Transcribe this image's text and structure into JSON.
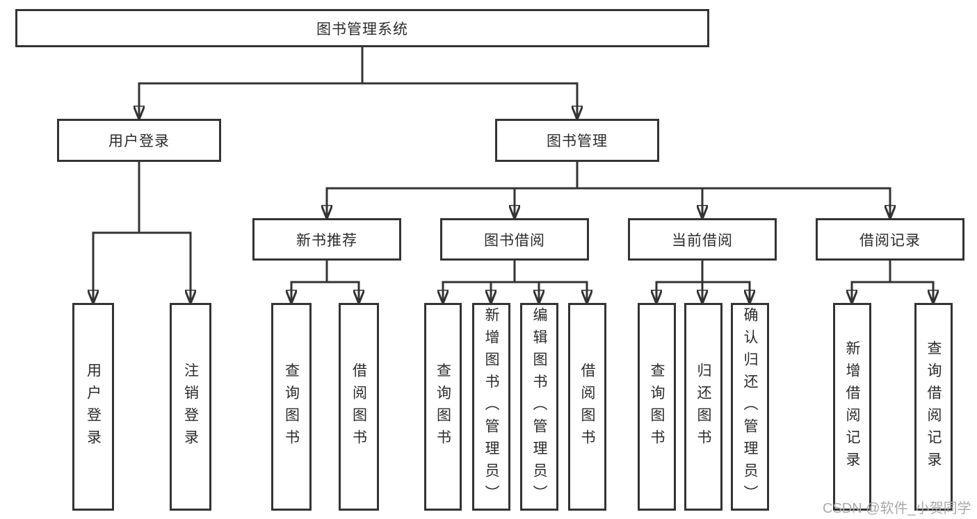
{
  "colors": {
    "line": "#333333",
    "box_bg": "#ffffff",
    "text": "#2b2b2b",
    "watermark": "#a9a9a9"
  },
  "tree": {
    "root": {
      "label": "图书管理系统"
    },
    "branches": [
      {
        "label": "用户登录",
        "leaves": [
          "用户登录",
          "注销登录"
        ]
      },
      {
        "label": "图书管理",
        "children": [
          {
            "label": "新书推荐",
            "leaves": [
              "查询图书",
              "借阅图书"
            ]
          },
          {
            "label": "图书借阅",
            "leaves": [
              "查询图书",
              "新增图书（管理员）",
              "编辑图书（管理员）",
              "借阅图书"
            ]
          },
          {
            "label": "当前借阅",
            "leaves": [
              "查询图书",
              "归还图书",
              "确认归还（管理员）"
            ]
          },
          {
            "label": "借阅记录",
            "leaves": [
              "新增借阅记录",
              "查询借阅记录"
            ]
          }
        ]
      }
    ]
  },
  "watermark": "CSDN @软件_小贺同学"
}
